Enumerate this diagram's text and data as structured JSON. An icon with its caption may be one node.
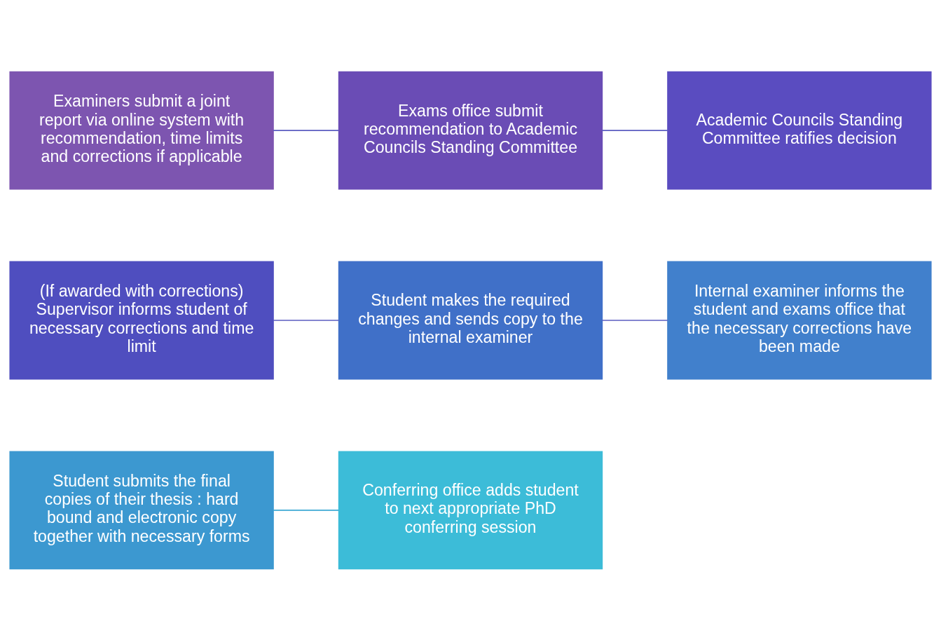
{
  "diagram": {
    "nodes": [
      {
        "text": [
          "Examiners submit a joint report via online system with recommendation, time limits and corrections if applicable"
        ]
      },
      {
        "text": [
          "Exams office submit recommendation to Academic Councils Standing Committee"
        ]
      },
      {
        "text": [
          "Academic Councils Standing Committee ratifies decision"
        ]
      },
      {
        "text": [
          "(If awarded with corrections) Supervisor informs student of necessary corrections and time limit"
        ]
      },
      {
        "text": [
          "Student makes the required changes and sends copy to the internal examiner"
        ]
      },
      {
        "text": [
          "Internal examiner informs the student and exams office that the necessary corrections have been made"
        ]
      },
      {
        "text": [
          "Student submits the final copies of their thesis : hard bound and electronic copy together with necessary forms"
        ]
      },
      {
        "text": [
          "Conferring office adds student to next appropriate PhD conferring session"
        ]
      }
    ],
    "edges": [
      {
        "from": 0,
        "to": 1,
        "arrow": "none"
      },
      {
        "from": 1,
        "to": 2,
        "arrow": "none"
      },
      {
        "from": 3,
        "to": 4,
        "arrow": "none"
      },
      {
        "from": 4,
        "to": 5,
        "arrow": "none"
      },
      {
        "from": 6,
        "to": 7,
        "arrow": "none",
        "color": "#3ca8d4"
      }
    ]
  }
}
